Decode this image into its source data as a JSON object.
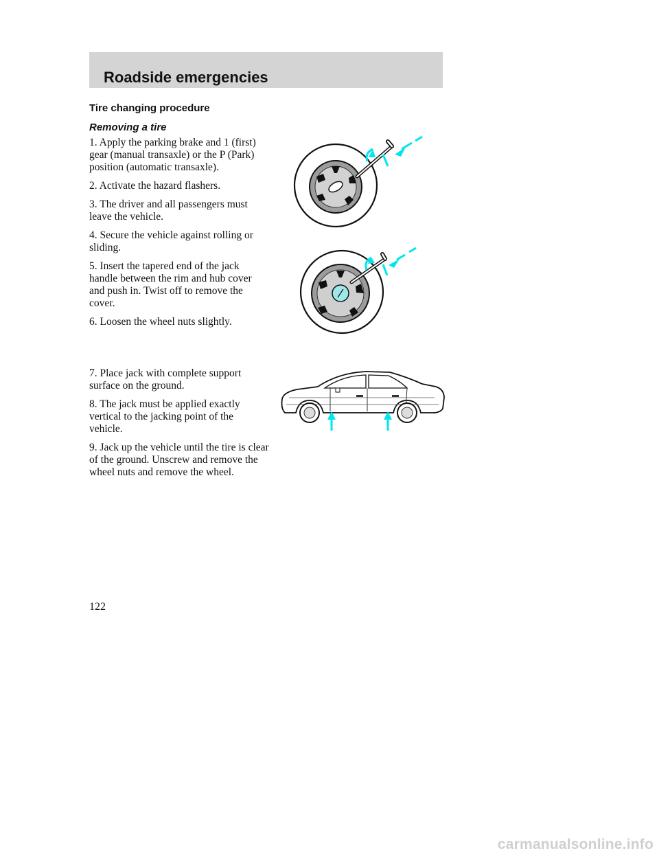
{
  "header": {
    "title": "Roadside emergencies"
  },
  "section": {
    "title": "Tire changing procedure",
    "subtitle": "Removing a tire"
  },
  "steps_group_1": [
    "1. Apply the parking brake and 1 (first) gear (manual transaxle) or the P (Park) position (automatic transaxle).",
    "2. Activate the hazard flashers.",
    "3. The driver and all passengers must leave the vehicle.",
    "4. Secure the vehicle against rolling or sliding.",
    "5. Insert the tapered end of the jack handle between the rim and hub cover and push in. Twist off to remove the cover.",
    "6. Loosen the wheel nuts slightly."
  ],
  "steps_group_2": [
    "7. Place jack with complete support surface on the ground.",
    "8. The jack must be applied exactly vertical to the jacking point of the vehicle.",
    "9. Jack up the vehicle until the tire is clear of the ground. Unscrew and remove the wheel nuts and remove the wheel."
  ],
  "footer": {
    "page_number": "122",
    "watermark": "carmanualsonline.info"
  },
  "colors": {
    "accent": "#00ffff",
    "header_bg": "#d4d4d4",
    "hub_accent": "#9fe8e8"
  }
}
